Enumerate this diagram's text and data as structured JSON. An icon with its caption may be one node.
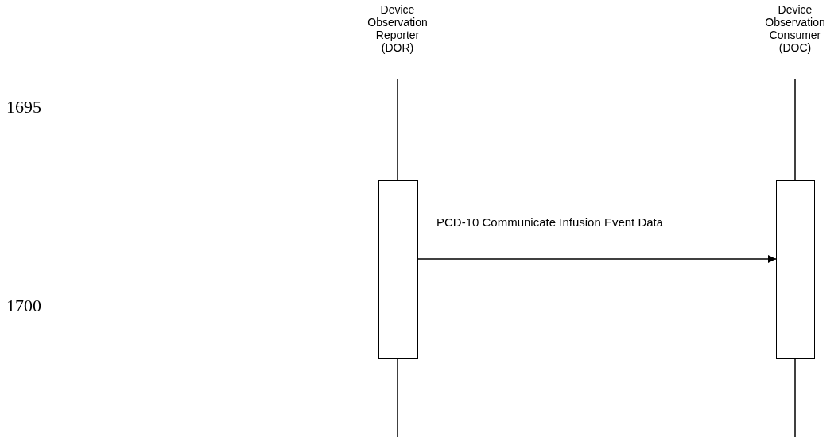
{
  "diagram": {
    "nodes": [
      {
        "text": [
          "Device Observation Reporter (DOR)"
        ]
      },
      {
        "text": [
          "Device Observation Consumer (DOC)"
        ]
      },
      {
        "text": [],
        "shape": "bar"
      },
      {
        "text": [],
        "shape": "bar"
      }
    ],
    "edges": [
      {
        "from": 2,
        "to": 3,
        "arrow": "to",
        "label": "PCD-10 Communicate Infusion Event Data"
      }
    ],
    "labels": [
      "1695",
      "1700"
    ]
  }
}
